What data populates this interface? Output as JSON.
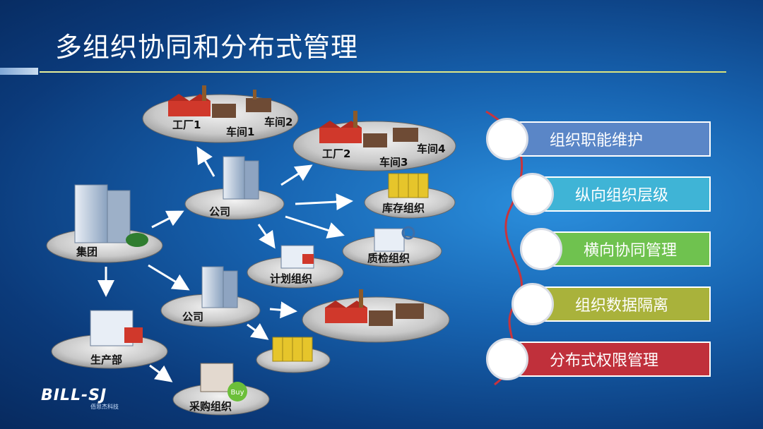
{
  "slide": {
    "title": "多组织协同和分布式管理"
  },
  "nodes": {
    "group": "集团",
    "company1": "公司",
    "company2": "公司",
    "factory1": "工厂1",
    "workshop1": "车间1",
    "workshop2": "车间2",
    "factory2": "工厂2",
    "workshop3": "车间3",
    "workshop4": "车间4",
    "inventory": "库存组织",
    "quality": "质检组织",
    "plan": "计划组织",
    "production": "生产部",
    "purchase": "采购组织",
    "buy_badge": "Buy"
  },
  "functions": [
    {
      "label": "组织职能维护",
      "color": "#5a86c7"
    },
    {
      "label": "纵向组织层级",
      "color": "#3fb4d6"
    },
    {
      "label": "横向协同管理",
      "color": "#6fc24f"
    },
    {
      "label": "组织数据隔离",
      "color": "#a9b23b"
    },
    {
      "label": "分布式权限管理",
      "color": "#c0303b"
    }
  ],
  "logo": {
    "name": "BILL-SJ",
    "sub": "佰思杰科技"
  }
}
